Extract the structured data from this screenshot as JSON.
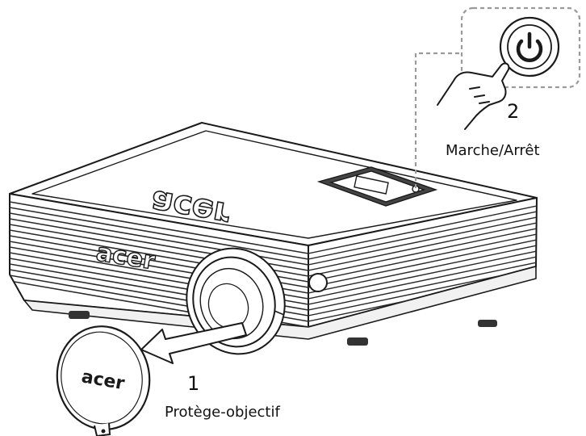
{
  "callouts": [
    {
      "number": "1",
      "label": "Protège-objectif"
    },
    {
      "number": "2",
      "label": "Marche/Arrêt"
    }
  ],
  "brand": {
    "logo": "acer"
  },
  "icons": [
    "power-icon",
    "hand-pointer-icon",
    "arrow-left-icon"
  ],
  "colors": {
    "line": "#1a1a1a",
    "callout_dash": "#9a9a9a",
    "body_fill": "#ffffff"
  }
}
